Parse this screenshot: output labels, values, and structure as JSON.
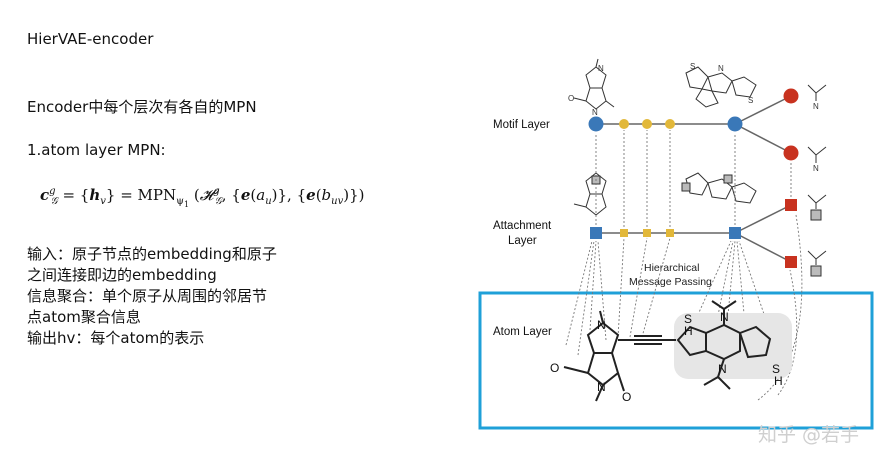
{
  "slide": {
    "title": "HierVAE-encoder",
    "encoder_heading": "Encoder中每个层次有各自的MPN",
    "section_heading": "1.atom layer MPN:",
    "formula": "c_G^g = {h_v} = MPN_ψ1 (H_G^g, {e(a_u)}, {e(b_uv)})",
    "description": [
      "输入：原子节点的embedding和原子",
      "之间连接即边的embedding",
      "信息聚合：单个原子从周围的邻居节",
      "点atom聚合信息",
      "输出hv：每个atom的表示"
    ]
  },
  "figure": {
    "labels": {
      "motif_layer": "Motif Layer",
      "attachment_layer_1": "Attachment",
      "attachment_layer_2": "Layer",
      "atom_layer": "Atom Layer",
      "message_passing_1": "Hierarchical",
      "message_passing_2": "Message Passing"
    },
    "atoms": {
      "N": "N",
      "O": "O",
      "S": "S",
      "H": "H"
    },
    "colors": {
      "motif_node_blue": "#3a78b8",
      "motif_node_yellow": "#e2b83a",
      "motif_node_red": "#c8321f",
      "highlight_box": "#1fa0d8",
      "highlight_region": "#e6e6e6"
    }
  },
  "watermark": "知乎 @若手"
}
